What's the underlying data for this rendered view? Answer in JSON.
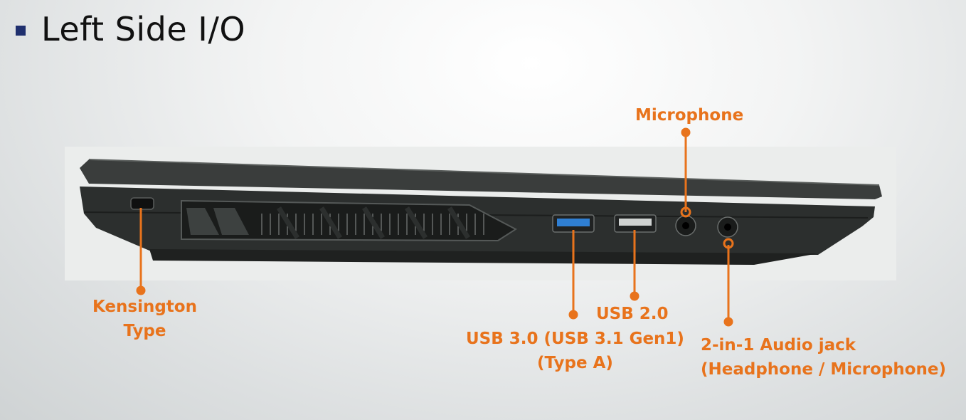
{
  "slide": {
    "title": "Left Side I/O"
  },
  "colors": {
    "accent": "#e8731c",
    "bullet": "#1f2f6e",
    "chassis": "#2c2f2e",
    "usb3_blue": "#2f7fd3"
  },
  "labels": {
    "microphone": "Microphone",
    "kensington": [
      "Kensington",
      "Type"
    ],
    "usb2": "USB 2.0",
    "usb3": [
      "USB 3.0 (USB 3.1 Gen1)",
      "(Type A)"
    ],
    "audio": [
      "2-in-1 Audio jack",
      "(Headphone / Microphone)"
    ]
  }
}
